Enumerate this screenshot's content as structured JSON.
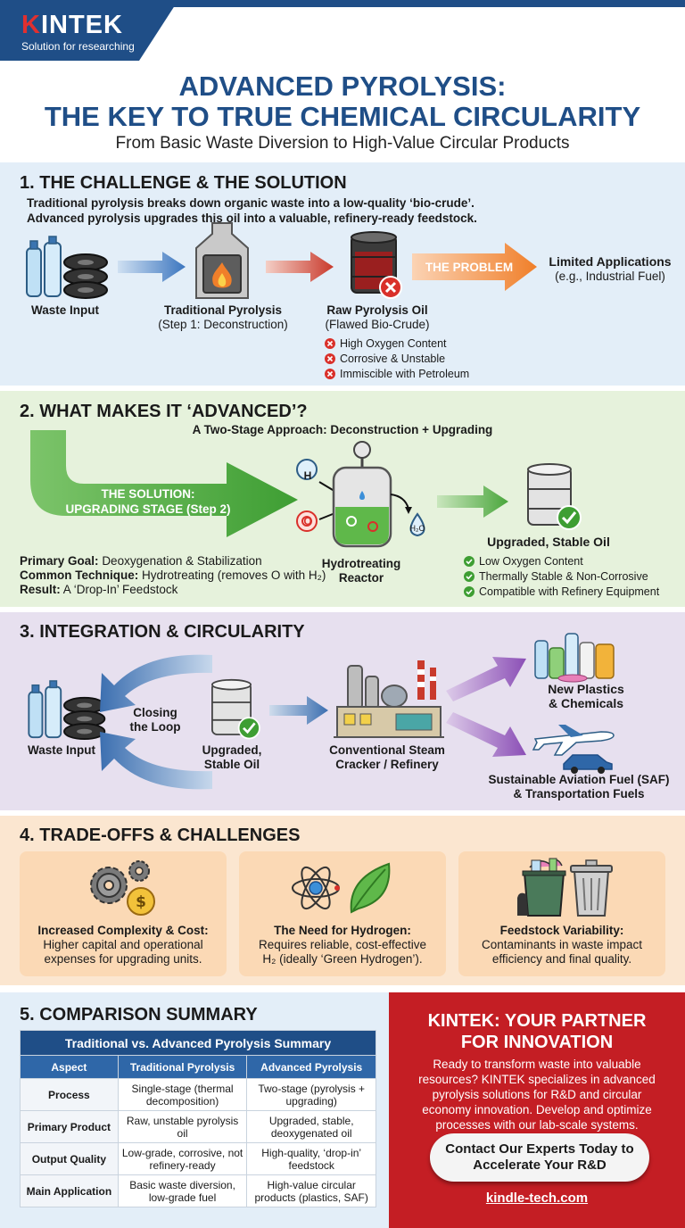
{
  "header": {
    "logo": "KINTEK",
    "tagline": "Solution for researching",
    "title_line1": "ADVANCED PYROLYSIS:",
    "title_line2": "THE KEY TO TRUE CHEMICAL CIRCULARITY",
    "subtitle": "From Basic Waste Diversion to High-Value Circular Products"
  },
  "section1": {
    "heading": "1. THE CHALLENGE & THE SOLUTION",
    "intro_line1": "Traditional pyrolysis breaks down organic waste into a low-quality ‘bio-crude’.",
    "intro_line2": "Advanced pyrolysis upgrades this oil into a valuable, refinery-ready feedstock.",
    "waste_input": "Waste Input",
    "trad_title": "Traditional Pyrolysis",
    "trad_sub": "(Step 1: Deconstruction)",
    "raw_title": "Raw Pyrolysis Oil",
    "raw_sub": "(Flawed Bio-Crude)",
    "problem_label": "THE PROBLEM",
    "limited_title": "Limited Applications",
    "limited_sub": "(e.g., Industrial Fuel)",
    "flaws": [
      "High Oxygen Content",
      "Corrosive & Unstable",
      "Immiscible with Petroleum"
    ]
  },
  "section2": {
    "heading": "2. WHAT MAKES IT ‘ADVANCED’?",
    "subheading": "A Two-Stage Approach: Deconstruction + Upgrading",
    "solution_line1": "THE SOLUTION:",
    "solution_line2": "UPGRADING STAGE (Step 2)",
    "goal_label": "Primary Goal:",
    "goal_value": "Deoxygenation & Stabilization",
    "tech_label": "Common Technique:",
    "tech_value": "Hydrotreating (removes O with H₂)",
    "result_label": "Result:",
    "result_value": "A ‘Drop-In’ Feedstock",
    "reactor_line1": "Hydrotreating",
    "reactor_line2": "Reactor",
    "h_label": "H",
    "o_label": "O",
    "water_label": "H₂O",
    "upgraded_title": "Upgraded, Stable Oil",
    "benefits": [
      "Low Oxygen Content",
      "Thermally Stable & Non-Corrosive",
      "Compatible with Refinery Equipment"
    ]
  },
  "section3": {
    "heading": "3. INTEGRATION & CIRCULARITY",
    "waste_input": "Waste Input",
    "closing_line1": "Closing",
    "closing_line2": "the Loop",
    "upgraded_line1": "Upgraded,",
    "upgraded_line2": "Stable Oil",
    "cracker_line1": "Conventional Steam",
    "cracker_line2": "Cracker / Refinery",
    "plastics_line1": "New Plastics",
    "plastics_line2": "& Chemicals",
    "saf_line1": "Sustainable Aviation Fuel (SAF)",
    "saf_line2": "& Transportation Fuels"
  },
  "section4": {
    "heading": "4. TRADE-OFFS & CHALLENGES",
    "cards": [
      {
        "title": "Increased Complexity & Cost:",
        "line1": "Higher capital and operational",
        "line2": "expenses for upgrading units."
      },
      {
        "title": "The Need for Hydrogen:",
        "line1": "Requires reliable, cost-effective",
        "line2": "H₂ (ideally ‘Green Hydrogen’)."
      },
      {
        "title": "Feedstock Variability:",
        "line1": "Contaminants in waste impact",
        "line2": "efficiency and final quality."
      }
    ]
  },
  "section5": {
    "heading": "5. COMPARISON SUMMARY",
    "table_title": "Traditional vs. Advanced Pyrolysis Summary",
    "columns": [
      "Aspect",
      "Traditional Pyrolysis",
      "Advanced Pyrolysis"
    ],
    "rows": [
      [
        "Process",
        "Single-stage (thermal decomposition)",
        "Two-stage (pyrolysis + upgrading)"
      ],
      [
        "Primary Product",
        "Raw, unstable pyrolysis oil",
        "Upgraded, stable, deoxygenated oil"
      ],
      [
        "Output Quality",
        "Low-grade, corrosive, not refinery-ready",
        "High-quality, ‘drop-in’ feedstock"
      ],
      [
        "Main Application",
        "Basic waste diversion, low-grade fuel",
        "High-value circular products (plastics, SAF)"
      ]
    ]
  },
  "cta": {
    "heading_line1": "KINTEK: YOUR PARTNER",
    "heading_line2": "FOR INNOVATION",
    "body": "Ready to transform waste into valuable resources? KINTEK specializes in advanced pyrolysis solutions for R&D and circular economy innovation. Develop and optimize processes with our lab-scale systems.",
    "button_line1": "Contact Our Experts Today to",
    "button_line2": "Accelerate Your R&D",
    "url": "kindle-tech.com"
  },
  "colors": {
    "brand_blue": "#1f4e87",
    "accent_red": "#c41e24",
    "green": "#4aa63c",
    "orange": "#f07f2a"
  }
}
